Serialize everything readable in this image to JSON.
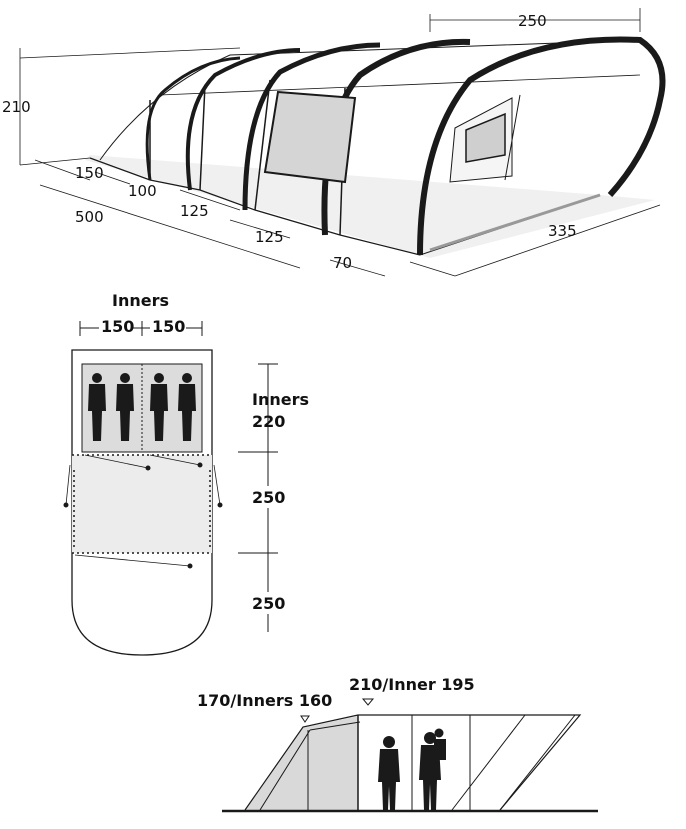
{
  "perspective": {
    "width": "250",
    "height": "210",
    "front_depth": "150",
    "sec_100": "100",
    "length": "500",
    "sec_125a": "125",
    "sec_125b": "125",
    "sec_70": "70",
    "depth": "335"
  },
  "floorplan": {
    "inners_label": "Inners",
    "inner_width_left": "150",
    "inner_width_right": "150",
    "inners_depth_label": "Inners",
    "inners_depth": "220",
    "living_depth": "250",
    "porch_depth": "250"
  },
  "side_profile": {
    "rear_height": "170/Inners 160",
    "front_height": "210/Inner 195"
  },
  "colors": {
    "line": "#1a1a1a",
    "fill_grey": "#d9d9d9",
    "floor_grey": "#e6e6e6"
  }
}
